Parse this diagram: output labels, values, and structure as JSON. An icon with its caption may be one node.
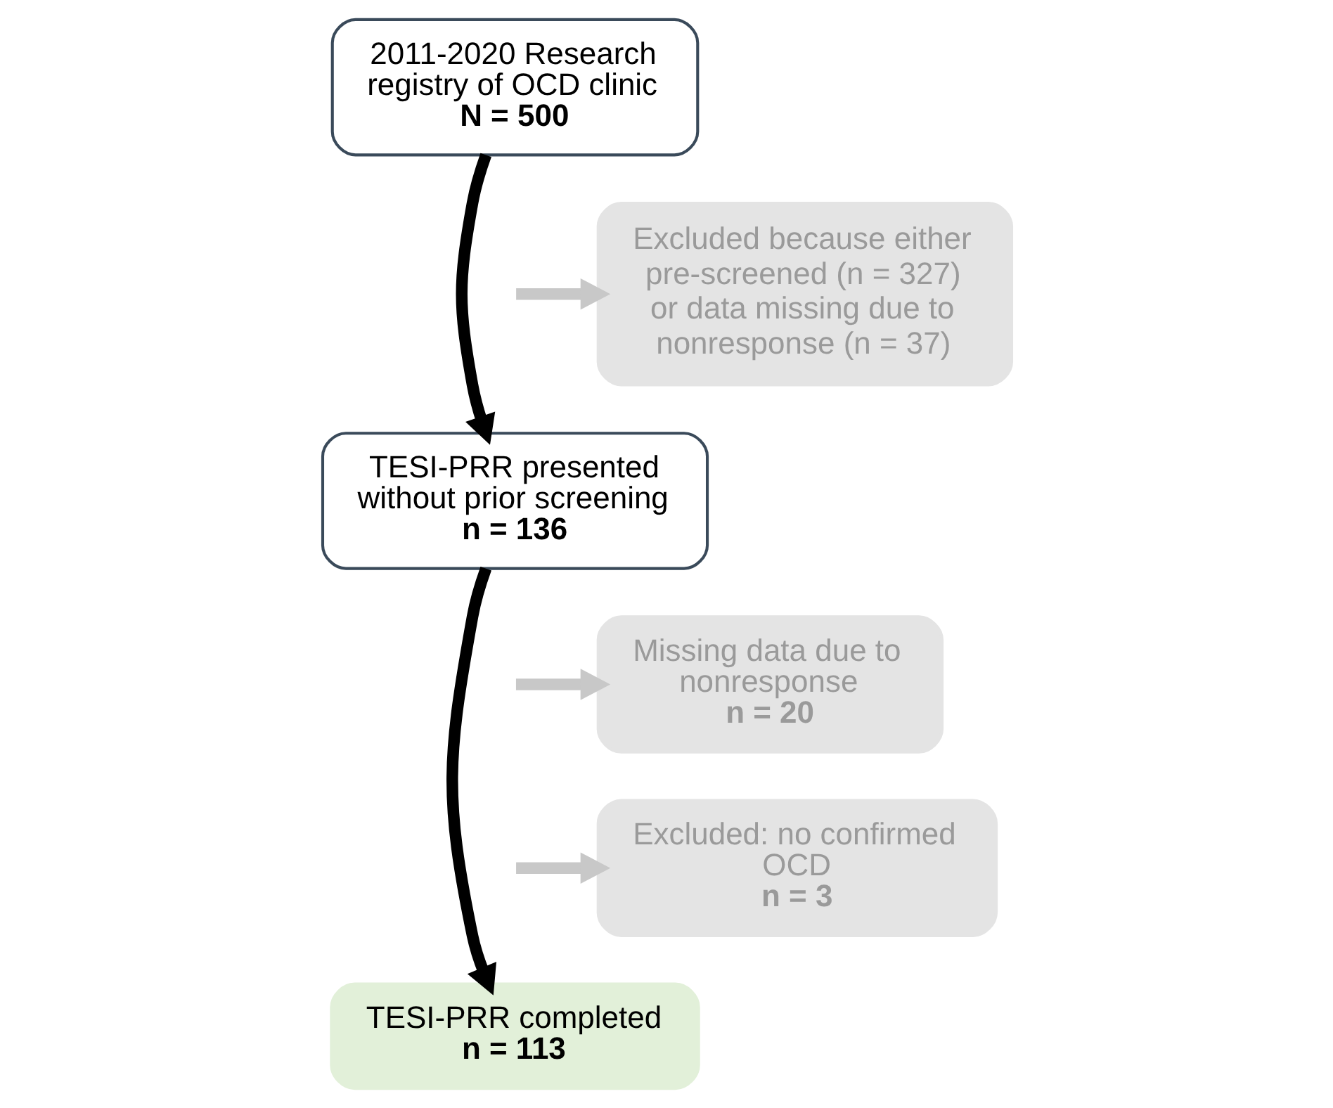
{
  "diagram": {
    "nodes": [
      {
        "text": [
          "2011-2020 Research registry of OCD clinic",
          "N = 500"
        ]
      },
      {
        "text": [
          "Excluded because either pre-screened (n = 327) or data missing due to nonresponse (n = 37)"
        ]
      },
      {
        "text": [
          "TESI-PRR presented without prior screening",
          "n = 136"
        ]
      },
      {
        "text": [
          "Missing data due to nonresponse",
          "n = 20"
        ]
      },
      {
        "text": [
          "Excluded: no confirmed OCD",
          "n = 3"
        ]
      },
      {
        "text": [
          "TESI-PRR completed",
          "n = 113"
        ]
      }
    ],
    "edges": [
      {
        "from": 0,
        "to": 2,
        "arrow": "to",
        "color": "#000000"
      },
      {
        "from": null,
        "to": 1,
        "arrow": "to",
        "color": "#c8c8c8"
      },
      {
        "from": 2,
        "to": 5,
        "arrow": "to",
        "color": "#000000"
      },
      {
        "from": null,
        "to": 3,
        "arrow": "to",
        "color": "#c8c8c8"
      },
      {
        "from": null,
        "to": 4,
        "arrow": "to",
        "color": "#c8c8c8"
      }
    ]
  }
}
